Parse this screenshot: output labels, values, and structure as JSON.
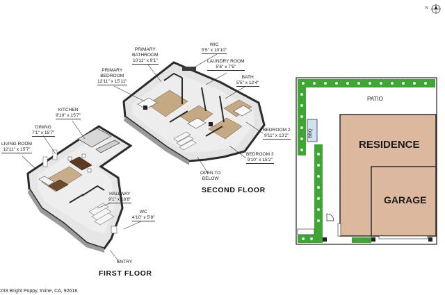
{
  "compass": {
    "label": "N"
  },
  "first_floor": {
    "title": "FIRST FLOOR",
    "rooms": {
      "living": {
        "name": "LIVING ROOM",
        "dim": "12'11\" x 15'7\""
      },
      "dining": {
        "name": "DINING",
        "dim": "7'1\" x 15'7\""
      },
      "kitchen": {
        "name": "KITCHEN",
        "dim": "9'10\" x 15'7\""
      },
      "hallway": {
        "name": "HALLWAY",
        "dim": "9'1\" x 18'8\""
      },
      "wc": {
        "name": "WC",
        "dim": "4'10\" x 5'8\""
      },
      "entry": {
        "name": "ENTRY"
      }
    }
  },
  "second_floor": {
    "title": "SECOND FLOOR",
    "rooms": {
      "primary_bedroom": {
        "name_1": "PRIMARY",
        "name_2": "BEDROOM",
        "dim": "12'11\" x 15'11\""
      },
      "primary_bathroom": {
        "name_1": "PRIMARY",
        "name_2": "BATHROOM",
        "dim": "10'11\" x 9'1\""
      },
      "wic": {
        "name": "WIC",
        "dim": "5'5\" x 10'10\""
      },
      "laundry": {
        "name": "LAUNDRY ROOM",
        "dim": "5'6\" x 7'5\""
      },
      "bath": {
        "name": "BATH",
        "dim": "5'5\" x 12'4\""
      },
      "bedroom2": {
        "name": "BEDROOM 2",
        "dim": "9'11\" x 13'2\""
      },
      "bedroom3": {
        "name": "BEDROOM 3",
        "dim": "9'10\" x 15'2\""
      },
      "open": {
        "name_1": "OPEN TO",
        "name_2": "BELOW"
      }
    }
  },
  "site_plan": {
    "patio": "PATIO",
    "bbq": "BBQ",
    "residence": "RESIDENCE",
    "garage": "GARAGE",
    "colors": {
      "building": "#dcb89f",
      "hedge": "#3fa535",
      "outline": "#222222"
    }
  },
  "address": "233 Bright Poppy, Irvine, CA, 92618"
}
